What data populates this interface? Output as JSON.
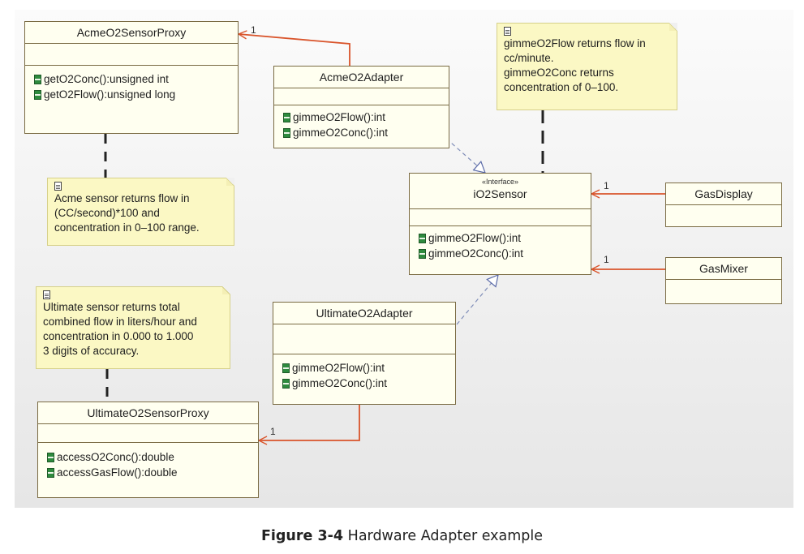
{
  "classes": {
    "acme_proxy": {
      "name": "AcmeO2SensorProxy",
      "operations": [
        "getO2Conc():unsigned int",
        "getO2Flow():unsigned long"
      ]
    },
    "acme_adapter": {
      "name": "AcmeO2Adapter",
      "operations": [
        "gimmeO2Flow():int",
        "gimmeO2Conc():int"
      ]
    },
    "io2sensor": {
      "stereotype": "«Interface»",
      "name": "iO2Sensor",
      "operations": [
        "gimmeO2Flow():int",
        "gimmeO2Conc():int"
      ]
    },
    "gas_display": {
      "name": "GasDisplay"
    },
    "gas_mixer": {
      "name": "GasMixer"
    },
    "ultimate_adapter": {
      "name": "UltimateO2Adapter",
      "operations": [
        "gimmeO2Flow():int",
        "gimmeO2Conc():int"
      ]
    },
    "ultimate_proxy": {
      "name": "UltimateO2SensorProxy",
      "operations": [
        "accessO2Conc():double",
        "accessGasFlow():double"
      ]
    }
  },
  "notes": {
    "gimme_note": [
      "gimmeO2Flow returns flow in",
      "cc/minute.",
      "gimmeO2Conc returns",
      "concentration of 0–100."
    ],
    "acme_note": [
      "Acme sensor returns flow in",
      "(CC/second)*100 and",
      "concentration in 0–100 range."
    ],
    "ultimate_note": [
      "Ultimate sensor returns total",
      "combined  flow in liters/hour and",
      "concentration in 0.000 to 1.000",
      "3 digits of accuracy."
    ]
  },
  "multiplicities": {
    "acme_adapter_to_proxy": "1",
    "display_to_sensor": "1",
    "mixer_to_sensor": "1",
    "ultimate_adapter_to_proxy": "1"
  },
  "colors": {
    "association": "#d9542b",
    "realization": "#7f8db8",
    "anchor": "#222222",
    "class_border": "#7a6b43",
    "class_fill": "#fffff0",
    "note_fill": "#fbf8c4"
  },
  "caption": {
    "figure": "Figure 3-4",
    "text": " Hardware Adapter example"
  }
}
